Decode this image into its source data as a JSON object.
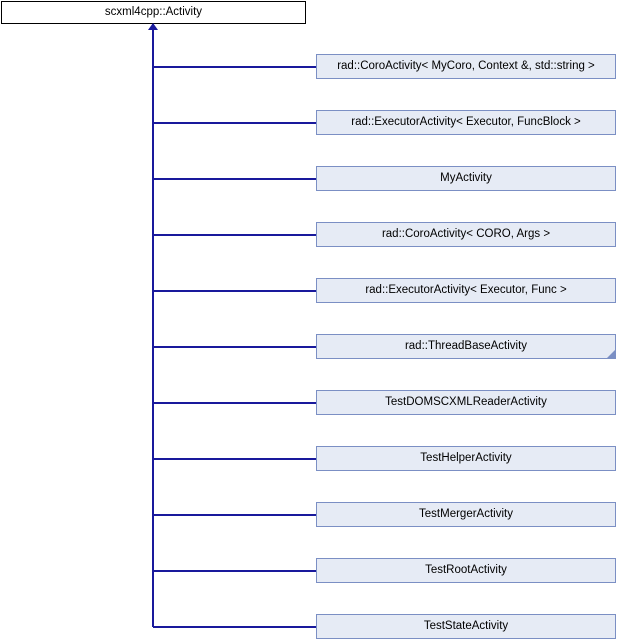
{
  "diagram": {
    "type": "inheritance-diagram",
    "title": "scxml4cpp::Activity inheritance diagram",
    "colors": {
      "root_fill": "#ffffff",
      "root_border": "#000000",
      "child_fill": "#e6ebf5",
      "child_border": "#7b8fc4",
      "connector": "#19199c",
      "text": "#000000",
      "background": "#ffffff"
    },
    "root": {
      "label": "scxml4cpp::Activity"
    },
    "children": [
      {
        "label": "rad::CoroActivity< MyCoro, Context &, std::string >",
        "collapsed": false
      },
      {
        "label": "rad::ExecutorActivity< Executor, FuncBlock >",
        "collapsed": false
      },
      {
        "label": "MyActivity",
        "collapsed": false
      },
      {
        "label": "rad::CoroActivity< CORO, Args >",
        "collapsed": false
      },
      {
        "label": "rad::ExecutorActivity< Executor, Func >",
        "collapsed": false
      },
      {
        "label": "rad::ThreadBaseActivity",
        "collapsed": true
      },
      {
        "label": "TestDOMSCXMLReaderActivity",
        "collapsed": false
      },
      {
        "label": "TestHelperActivity",
        "collapsed": false
      },
      {
        "label": "TestMergerActivity",
        "collapsed": false
      },
      {
        "label": "TestRootActivity",
        "collapsed": false
      },
      {
        "label": "TestStateActivity",
        "collapsed": false
      }
    ]
  }
}
